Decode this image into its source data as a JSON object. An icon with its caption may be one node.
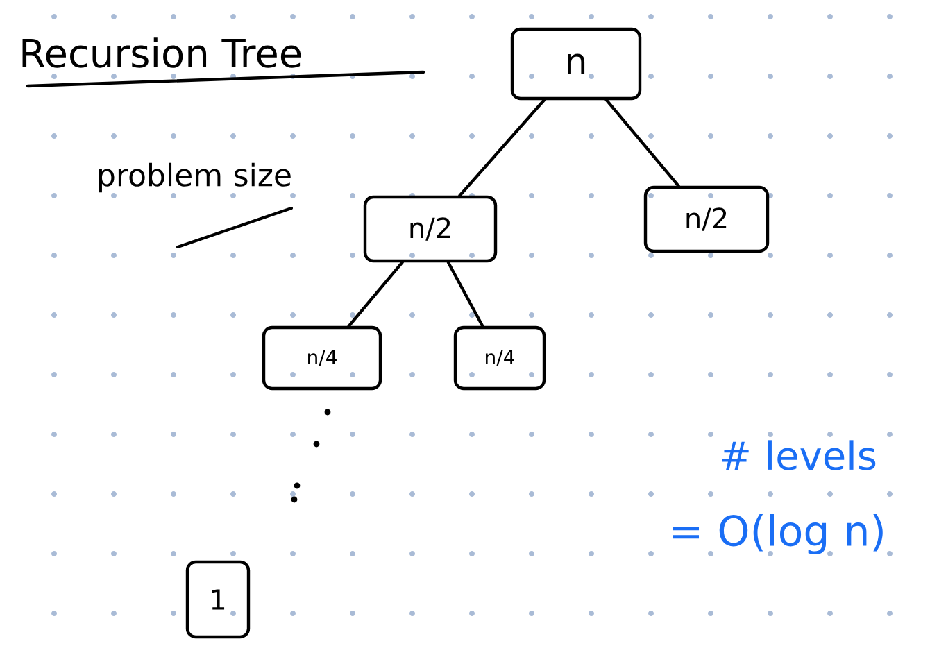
{
  "diagram": {
    "title": "Recursion Tree",
    "nodes": [
      {
        "text": [
          "n"
        ]
      },
      {
        "text": [
          "n/2"
        ]
      },
      {
        "text": [
          "n/2"
        ]
      },
      {
        "text": [
          "n/4"
        ]
      },
      {
        "text": [
          "n/4"
        ]
      },
      {
        "text": [
          "1"
        ]
      }
    ],
    "edges": [
      {
        "from": 0,
        "to": 1,
        "arrow": "none"
      },
      {
        "from": 0,
        "to": 2,
        "arrow": "none"
      },
      {
        "from": 1,
        "to": 3,
        "arrow": "none"
      },
      {
        "from": 1,
        "to": 4,
        "arrow": "none"
      }
    ],
    "labels": [
      "problem size",
      "# levels",
      "= O(log n)"
    ]
  }
}
